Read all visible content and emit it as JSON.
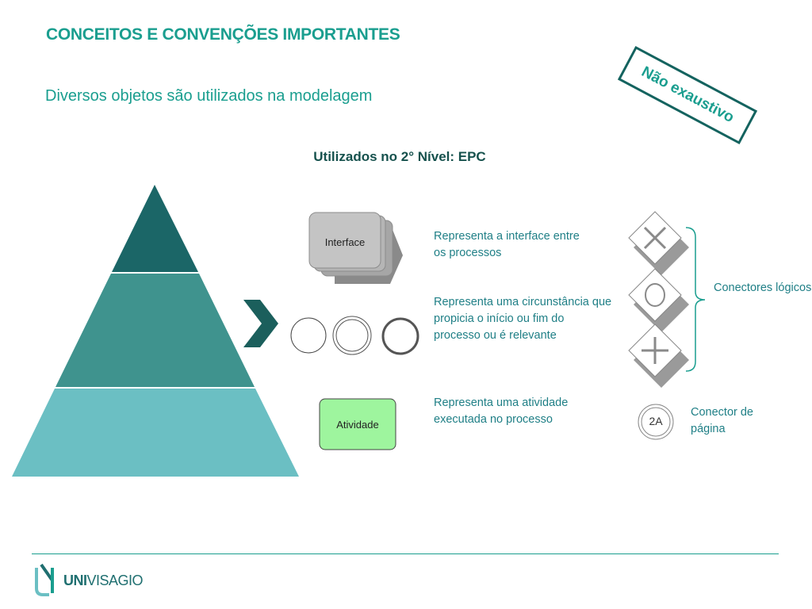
{
  "header": {
    "title": "CONCEITOS E CONVENÇÕES IMPORTANTES",
    "subtitle": "Diversos objetos são utilizados na modelagem",
    "stamp": "Não exaustivo"
  },
  "section": {
    "heading": "Utilizados no 2° Nível: EPC"
  },
  "shapes": {
    "interface_label": "Interface",
    "activity_label": "Atividade",
    "page_connector_label": "2A"
  },
  "descriptions": {
    "interface": [
      "Representa a interface entre",
      "os processos"
    ],
    "event": [
      "Representa uma circunstância que",
      "propicia o início ou fim do",
      "processo ou é relevante"
    ],
    "activity": [
      "Representa uma atividade",
      "executada no processo"
    ]
  },
  "connectors": {
    "logical_label": "Conectores lógicos",
    "page_label": [
      "Conector de",
      "página"
    ]
  },
  "footer": {
    "brand_part1": "UNI",
    "brand_part2": "VISAGIO"
  },
  "colors": {
    "teal_primary": "#1a9e8f",
    "pyramid_top": "#1b6667",
    "pyramid_mid": "#3f938e",
    "pyramid_bottom": "#6bbfc3",
    "activity_fill": "#9ef59e",
    "interface_fill": "#bfbfbf"
  }
}
